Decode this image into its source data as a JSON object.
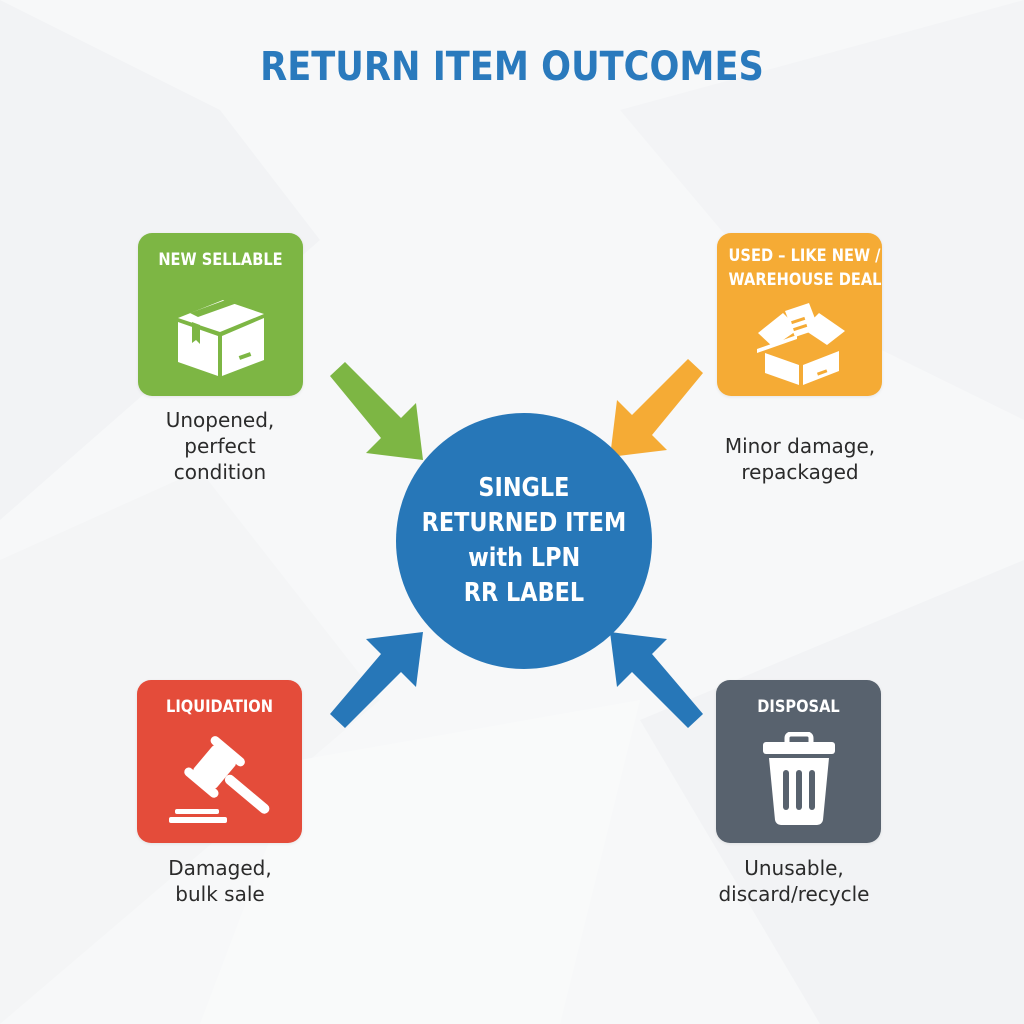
{
  "title": "RETURN ITEM OUTCOMES",
  "center": {
    "lines": [
      "SINGLE",
      "RETURNED ITEM",
      "with LPN",
      "RR LABEL"
    ],
    "color": "#2777b8"
  },
  "outcomes": [
    {
      "title_lines": [
        "NEW SELLABLE"
      ],
      "icon": "closed-box-icon",
      "caption_lines": [
        "Unopened,",
        "perfect",
        "condition"
      ],
      "color": "#7db644",
      "arrow_color": "#7db644",
      "position": "top-left"
    },
    {
      "title_lines": [
        "USED – LIKE NEW /",
        "WAREHOUSE DEAL"
      ],
      "icon": "open-box-icon",
      "caption_lines": [
        "Minor damage,",
        "repackaged"
      ],
      "color": "#f5ab35",
      "arrow_color": "#f5ab35",
      "position": "top-right"
    },
    {
      "title_lines": [
        "LIQUIDATION"
      ],
      "icon": "gavel-icon",
      "caption_lines": [
        "Damaged,",
        "bulk sale"
      ],
      "color": "#e44c3a",
      "arrow_color": "#2777b8",
      "position": "bottom-left"
    },
    {
      "title_lines": [
        "DISPOSAL"
      ],
      "icon": "trash-can-icon",
      "caption_lines": [
        "Unusable,",
        "discard/recycle"
      ],
      "color": "#58626e",
      "arrow_color": "#2777b8",
      "position": "bottom-right"
    }
  ]
}
